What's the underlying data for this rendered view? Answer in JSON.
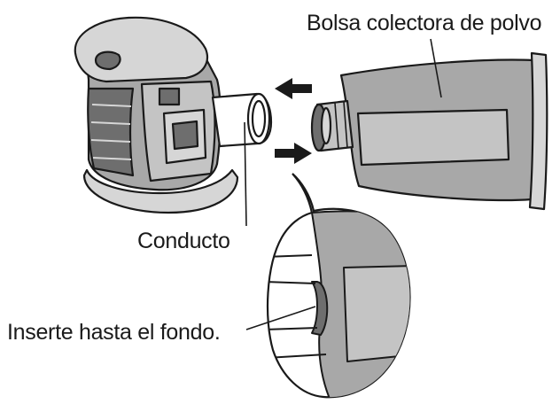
{
  "labels": {
    "dust_bag": "Bolsa colectora de polvo",
    "duct": "Conducto",
    "insert_instruction": "Inserte hasta el fondo."
  },
  "colors": {
    "stroke": "#1a1a1a",
    "light_gray": "#d6d6d6",
    "mid_gray": "#a8a8a8",
    "dark_gray": "#6e6e6e",
    "panel_gray": "#c4c4c4"
  }
}
